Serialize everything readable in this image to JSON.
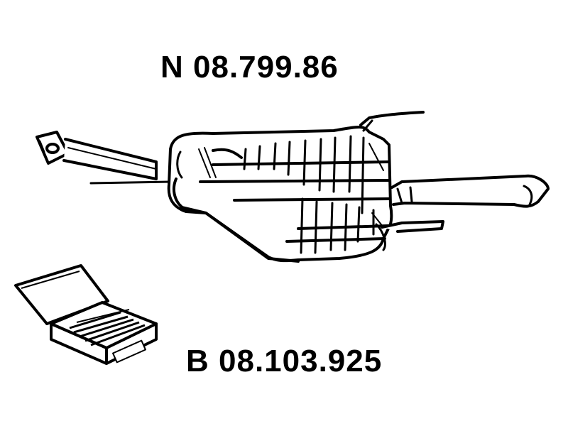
{
  "labels": {
    "main_part_number": "N 08.799.86",
    "kit_part_number": "B 08.103.925"
  },
  "colors": {
    "ink": "#000000",
    "background": "#ffffff"
  },
  "icons": {
    "muffler": "rear-silencer-drawing",
    "kit": "mounting-kit-box"
  }
}
